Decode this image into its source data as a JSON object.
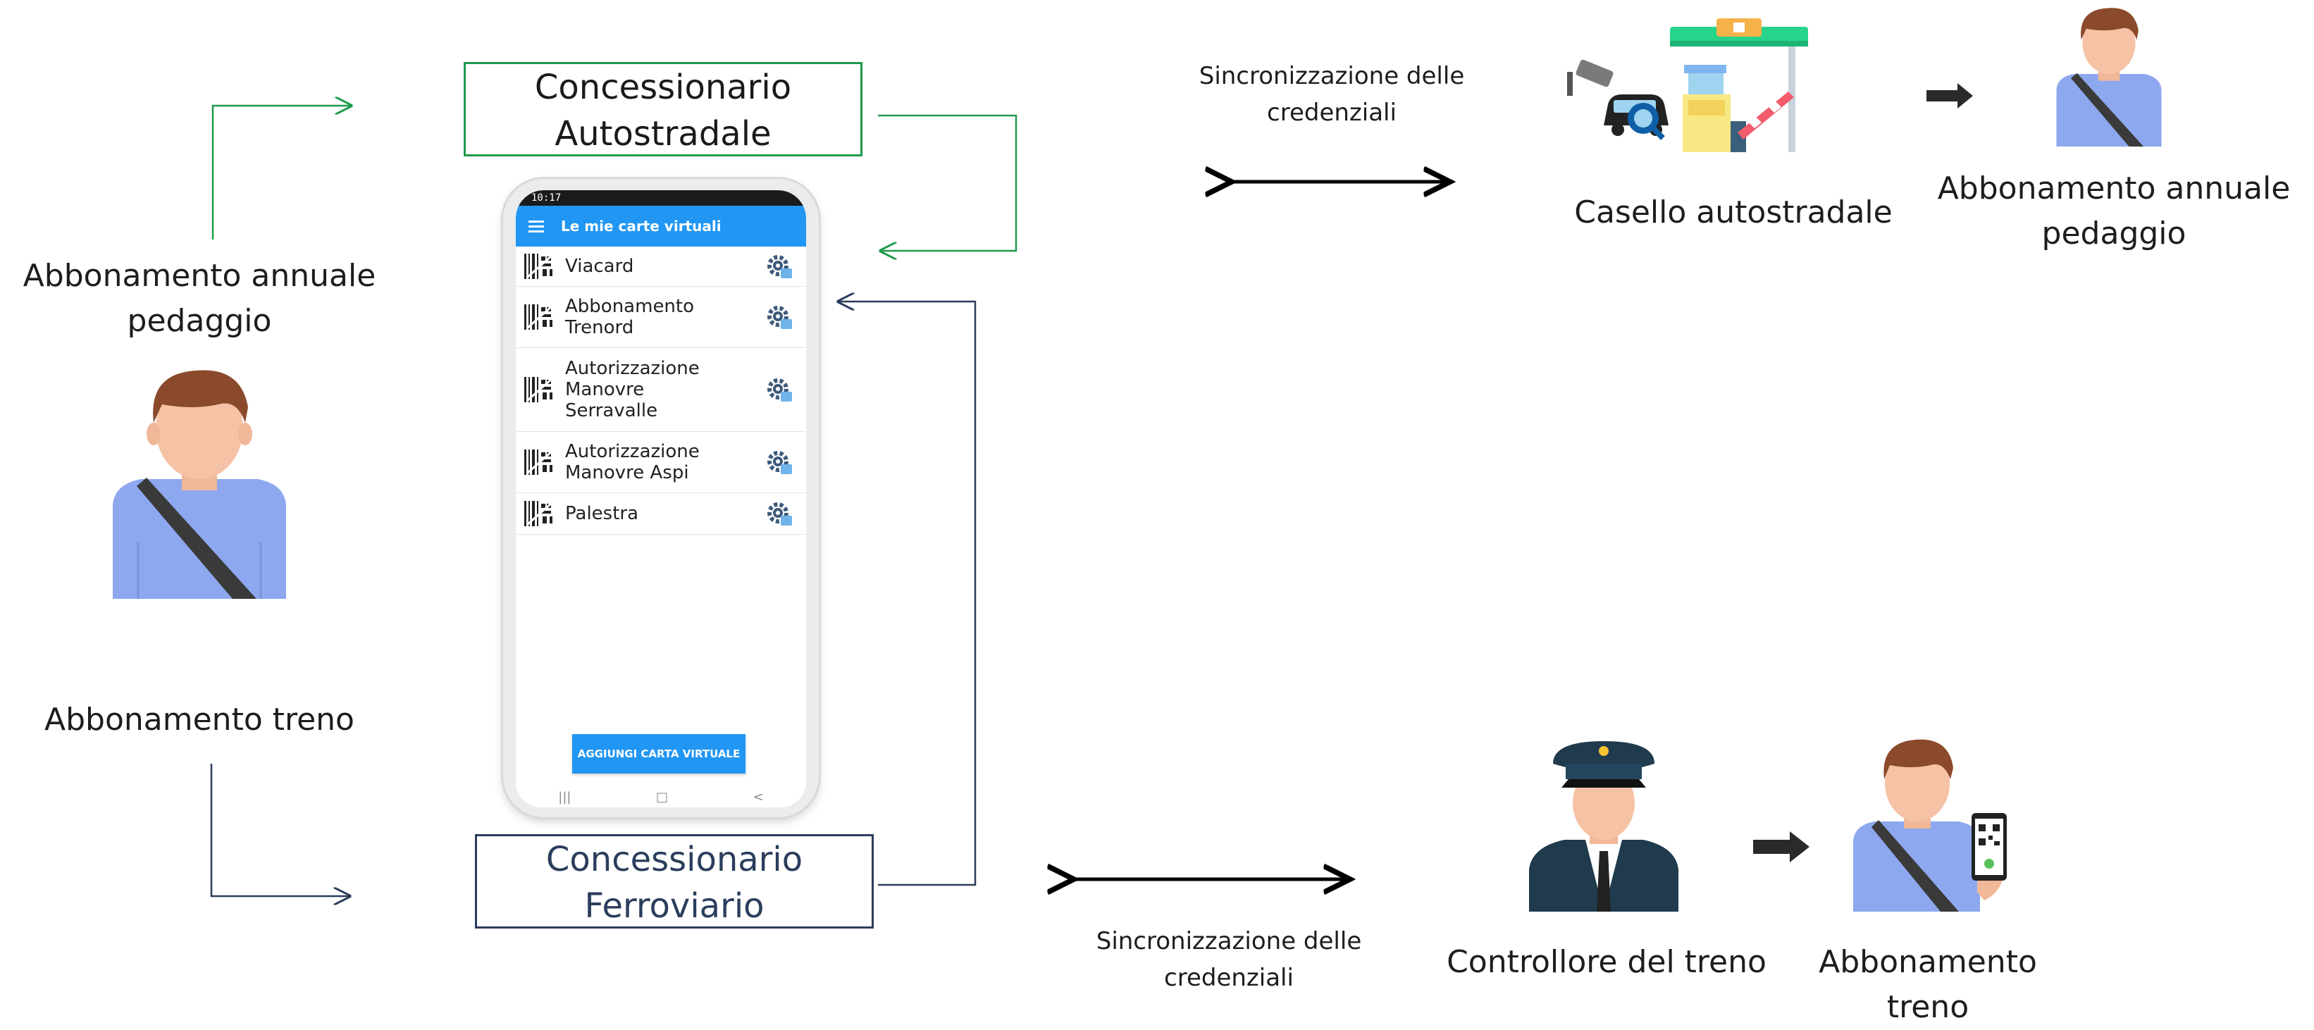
{
  "left": {
    "toll_subscription_label": "Abbonamento annuale\npedaggio",
    "train_subscription_label": "Abbonamento treno"
  },
  "concessionari": {
    "autostradale": "Concessionario\nAutostradale",
    "ferroviario": "Concessionario\nFerroviario"
  },
  "phone": {
    "status_time": "10:17",
    "app_title": "Le mie carte virtuali",
    "cards": [
      {
        "name": "Viacard"
      },
      {
        "name": "Abbonamento\nTrenord"
      },
      {
        "name": "Autorizzazione\nManovre\nSerravalle"
      },
      {
        "name": "Autorizzazione\nManovre Aspi"
      },
      {
        "name": "Palestra"
      }
    ],
    "add_button": "AGGIUNGI CARTA VIRTUALE"
  },
  "sync": {
    "top": "Sincronizzazione delle\ncredenziali",
    "bottom": "Sincronizzazione delle\ncredenziali"
  },
  "right_top": {
    "toll_booth_label": "Casello autostradale",
    "subscription_label": "Abbonamento annuale\npedaggio"
  },
  "right_bottom": {
    "controller_label": "Controllore del treno",
    "subscription_label": "Abbonamento\ntreno"
  },
  "colors": {
    "green": "#1e9a4a",
    "navy": "#2b3d5c",
    "blue_app": "#2196f3",
    "shirt": "#8ea8f0",
    "skin": "#f6c2a5",
    "hair": "#8b4a2b"
  }
}
